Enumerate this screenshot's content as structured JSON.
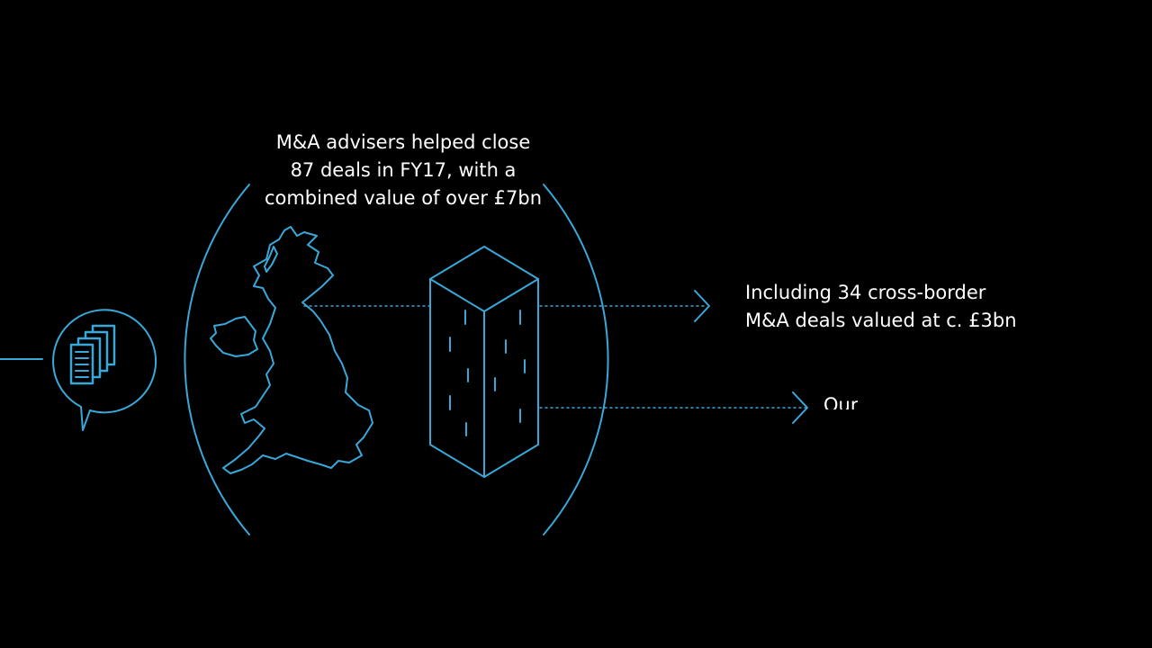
{
  "accent": "#3aa7d9",
  "background": "#000000",
  "text_color": "#ffffff",
  "headline": {
    "line1": "M&A advisers helped close",
    "line2": "87 deals in FY17, with a",
    "line3": "combined value of over £7bn"
  },
  "callout_1": {
    "line1": "Including 34 cross-border",
    "line2": "M&A deals valued at c. £3bn"
  },
  "callout_2": {
    "partial_text": "Our"
  },
  "icons": {
    "documents": "documents-icon",
    "uk_map": "uk-map-icon",
    "building": "building-icon",
    "arrow": "chevron-right-icon"
  }
}
